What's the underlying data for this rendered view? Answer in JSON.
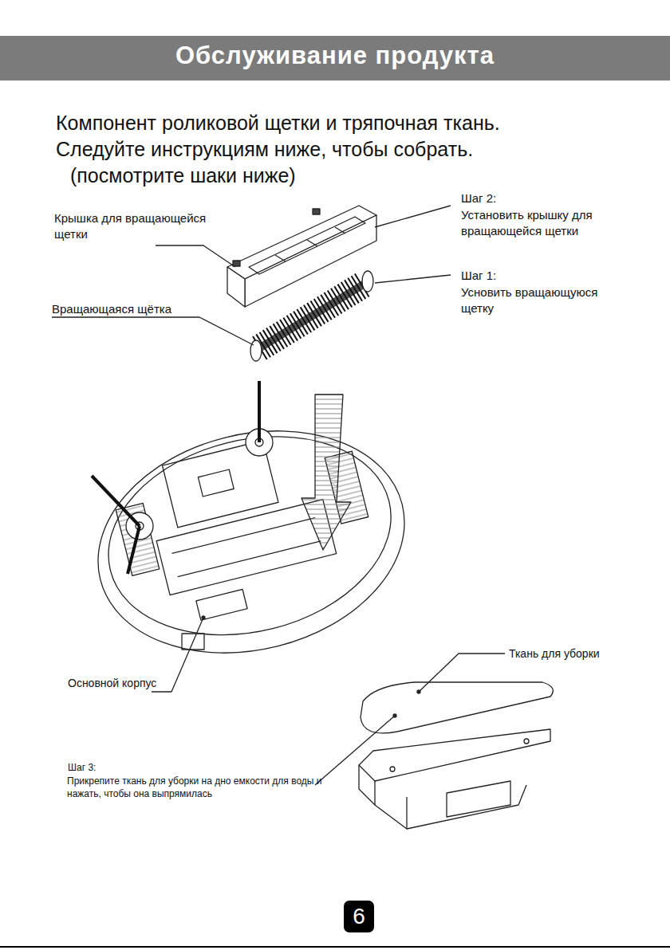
{
  "diagram": {
    "title": "Обслуживание продукта",
    "nodes": [
      {
        "text": [
          "6"
        ]
      }
    ],
    "labels": [
      "Компонент роликовой щетки и тряпочная ткань.",
      "Следуйте инструкциям ниже, чтобы собрать.",
      "(посмотрите шаки ниже)",
      "Шаг 2:",
      "Установить крышку для вращающейся щетки",
      "Крышка для вращающейся щетки",
      "Шаг 1:",
      "Усновить вращающуюся щетку",
      "Вращающаяся щётка",
      "Основной корпус",
      "Ткань для уборки",
      "Шаг 3:",
      "Прикрепите ткань для уборки на дно емкости для воды и нажать, чтобы она выпрямилась"
    ]
  }
}
